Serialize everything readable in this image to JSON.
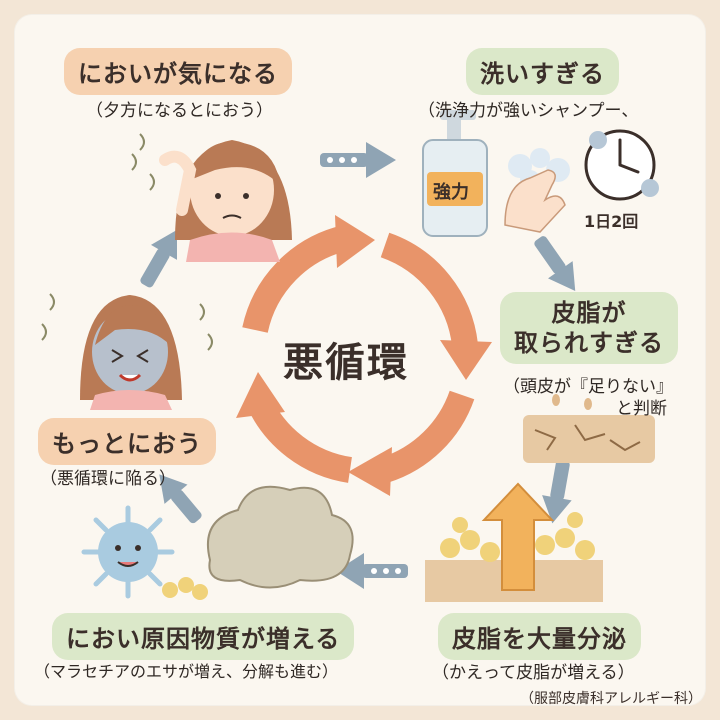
{
  "center": {
    "title": "悪循環"
  },
  "steps": [
    {
      "id": "smell",
      "title": "においが気になる",
      "subtitle": "（夕方になるとにおう）"
    },
    {
      "id": "wash",
      "title": "洗いすぎる",
      "subtitle": "（洗浄力が強いシャンプー、",
      "note": "1日2回",
      "bottle_label": "強力"
    },
    {
      "id": "sebum-taken",
      "title_lines": [
        "皮脂が",
        "取られすぎる"
      ],
      "subtitle_lines": [
        "（頭皮が『足りない』",
        "と判断"
      ]
    },
    {
      "id": "secrete",
      "title": "皮脂を大量分泌",
      "subtitle": "（かえって皮脂が増える）"
    },
    {
      "id": "cause",
      "title": "におい原因物質が増える",
      "subtitle": "（マラセチアのエサが増え、分解も進む）"
    },
    {
      "id": "worse",
      "title": "もっとにおう",
      "subtitle": "（悪循環に陥る）"
    }
  ],
  "credit": "（服部皮膚科アレルギー科）",
  "colors": {
    "orange_pill": "#f6d1b0",
    "green_pill": "#dbe8c9",
    "cycle_arrow": "#e8946a",
    "blue_arrow": "#8fa4b4"
  },
  "icons": [
    "woman-worried-icon",
    "woman-smelly-icon",
    "shampoo-bottle-icon",
    "washing-hands-icon",
    "clock-icon",
    "dry-scalp-icon",
    "sebum-rising-icon",
    "germ-icon",
    "odor-cloud-icon"
  ]
}
